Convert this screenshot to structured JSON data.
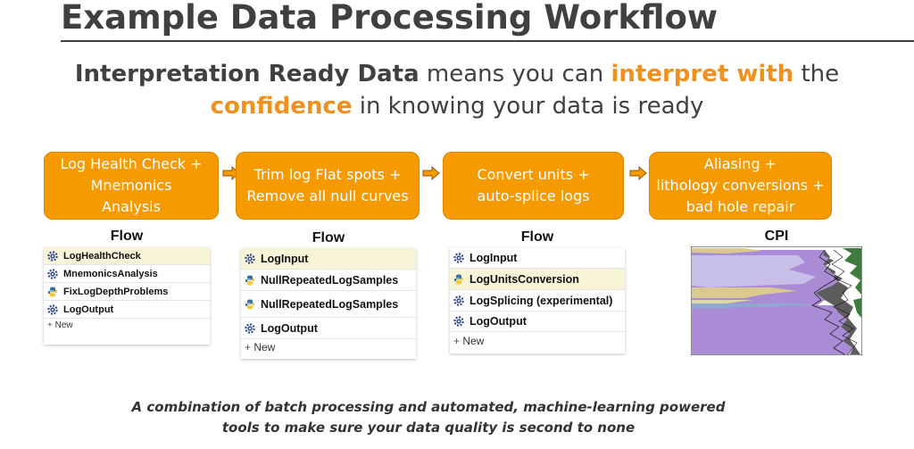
{
  "title": "Example Data Processing Workflow",
  "subtitle": {
    "line1_a": "Interpretation Ready Data",
    "line1_b": " means you can ",
    "line1_c": "interpret with",
    "line1_d": " the",
    "line2_a": "confidence",
    "line2_b": " in knowing your data is ready"
  },
  "steps": [
    {
      "label_lines": [
        "Log Health Check +",
        "Mnemonics",
        "Analysis"
      ]
    },
    {
      "label_lines": [
        "Trim log Flat spots +",
        "Remove all null curves"
      ]
    },
    {
      "label_lines": [
        "Convert units +",
        "auto-splice logs"
      ]
    },
    {
      "label_lines": [
        "Aliasing +",
        "lithology conversions +",
        "bad hole repair"
      ]
    }
  ],
  "flows": [
    {
      "heading": "Flow",
      "items": [
        {
          "label": "LogHealthCheck",
          "icon": "gear-icon",
          "highlighted": true
        },
        {
          "label": "MnemonicsAnalysis",
          "icon": "gear-icon",
          "highlighted": false
        },
        {
          "label": "FixLogDepthProblems",
          "icon": "python-icon",
          "highlighted": false
        },
        {
          "label": "LogOutput",
          "icon": "gear-icon",
          "highlighted": false
        }
      ],
      "new_label": "New"
    },
    {
      "heading": "Flow",
      "items": [
        {
          "label": "LogInput",
          "icon": "gear-icon",
          "highlighted": true
        },
        {
          "label": "NullRepeatedLogSamples",
          "icon": "python-icon",
          "highlighted": false
        },
        {
          "label": "NullRepeatedLogSamples",
          "icon": "python-icon",
          "highlighted": false
        },
        {
          "label": "LogOutput",
          "icon": "gear-icon",
          "highlighted": false
        }
      ],
      "new_label": "New"
    },
    {
      "heading": "Flow",
      "items": [
        {
          "label": "LogInput",
          "icon": "gear-icon",
          "highlighted": false
        },
        {
          "label": "LogUnitsConversion",
          "icon": "python-icon",
          "highlighted": true
        },
        {
          "label": "LogSplicing (experimental)",
          "icon": "gear-icon",
          "highlighted": false
        },
        {
          "label": "LogOutput",
          "icon": "gear-icon",
          "highlighted": false
        }
      ],
      "new_label": "New"
    }
  ],
  "cpi": {
    "heading": "CPI"
  },
  "footer": {
    "line1": "A combination of batch processing and automated, machine-learning powered",
    "line2": "tools to make sure your data quality is second to none"
  },
  "colors": {
    "accent": "#f59a00",
    "highlight_row": "#f7f4d7",
    "gear": "#2f4a8a",
    "purple": "#a98bd6",
    "lavender": "#c7bfe8",
    "tan": "#d9c98f",
    "green": "#3f7a3f"
  }
}
